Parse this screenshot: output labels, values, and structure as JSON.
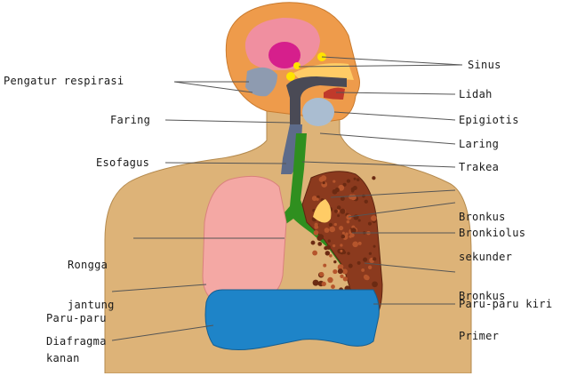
{
  "colors": {
    "skin": "#ddb378",
    "skin_outline": "#b48a4e",
    "head": "#ee9b4b",
    "brain": "#f08fa0",
    "nose_cavity": "#ffcc66",
    "sinus": "#ffe400",
    "airway": "#4a4a55",
    "epiglottis": "#aabdd1",
    "trachea": "#2f8f1f",
    "left_lung": "#f4a8a4",
    "right_lung": "#8b3a1e",
    "diaphragm": "#1e84c8",
    "leader": "#555555"
  },
  "labels": {
    "sinus": "Sinus",
    "lidah": "Lidah",
    "epiglotis": "Epigiotis",
    "laring": "Laring",
    "trakea": "Trakea",
    "bronkus_sekunder": [
      "Bronkus",
      "sekunder"
    ],
    "bronkiolus": "Bronkiolus",
    "bronkus_primer": [
      "Bronkus",
      "Primer"
    ],
    "paru_kiri": "Paru-paru kiri",
    "pengatur": "Pengatur respirasi",
    "faring": "Faring",
    "esofagus": "Esofagus",
    "rongga_jantung": [
      "Rongga",
      "jantung"
    ],
    "paru_kanan": [
      "Paru-paru",
      "kanan"
    ],
    "diafragma": "Diafragma"
  }
}
